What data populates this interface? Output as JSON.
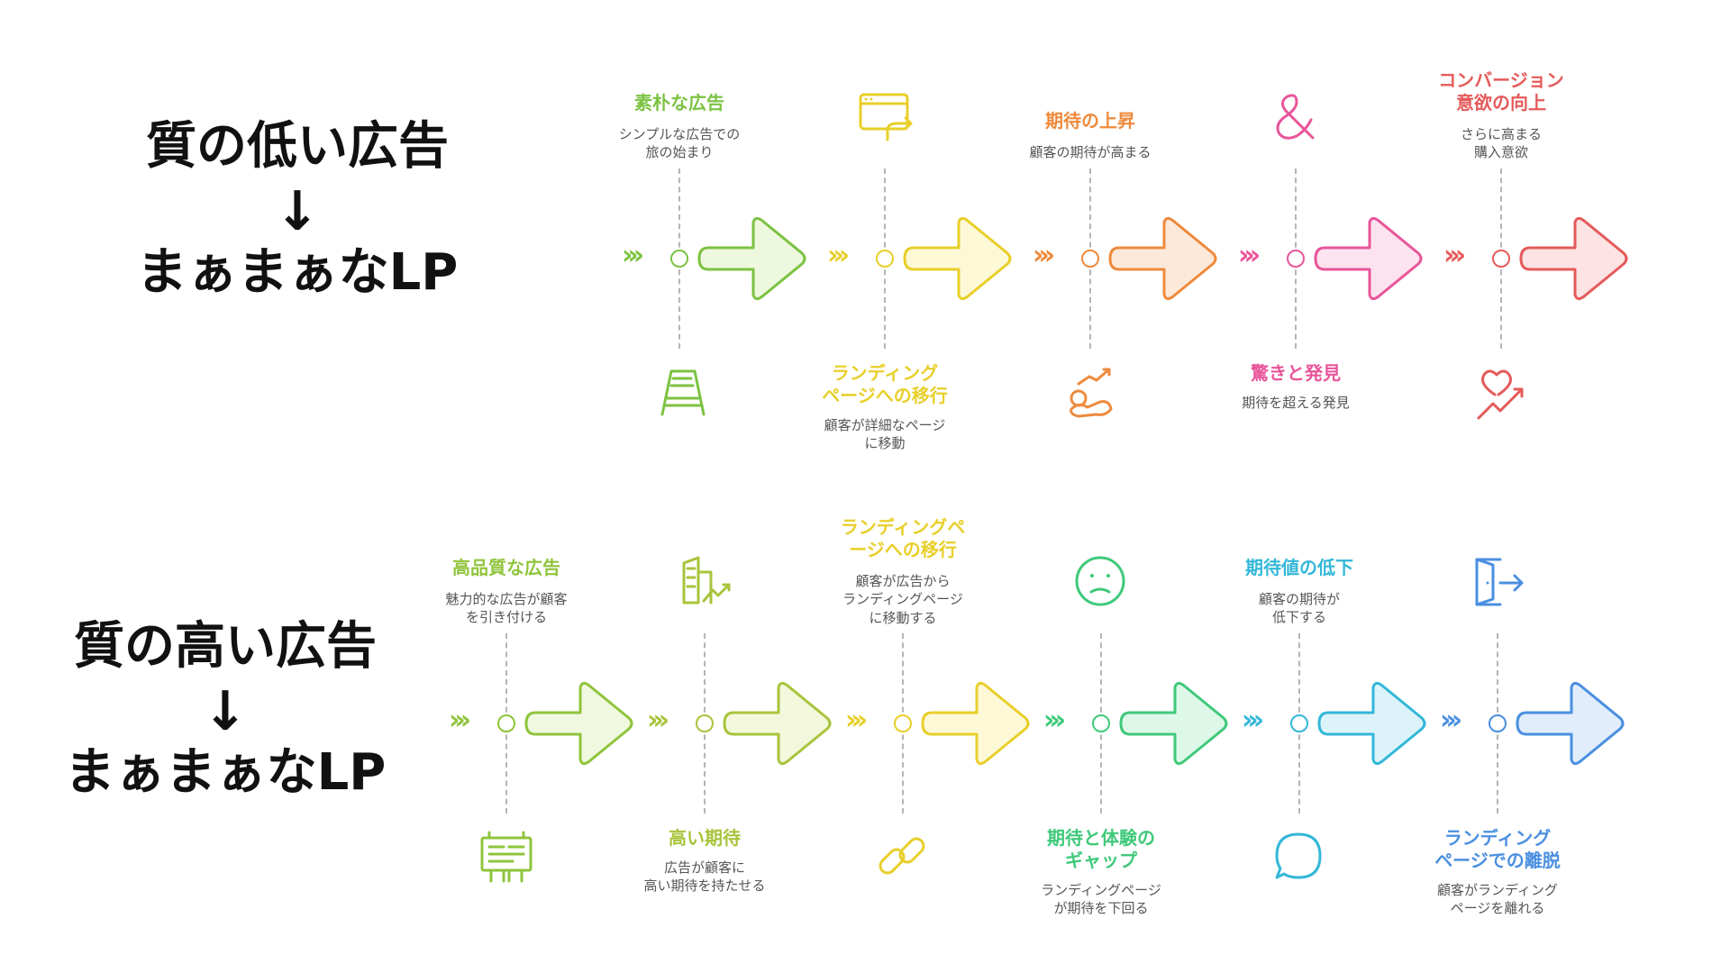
{
  "left_labels": [
    {
      "line1": "質の低い広告",
      "arrow": "↓",
      "line2": "まぁまぁなLP"
    },
    {
      "line1": "質の高い広告",
      "arrow": "↓",
      "line2": "まぁまぁなLP"
    }
  ],
  "rows": [
    {
      "steps": [
        {
          "title": "素朴な広告",
          "desc": "シンプルな広告での\n旅の始まり",
          "text_pos": "top",
          "icon": "sign-board-icon",
          "color": "#7cc242",
          "fill": "#eef8df"
        },
        {
          "title": "ランディング\nページへの移行",
          "desc": "顧客が詳細なページ\nに移動",
          "text_pos": "bottom",
          "icon": "browser-window-icon",
          "color": "#e8cf2a",
          "fill": "#fdf8d6"
        },
        {
          "title": "期待の上昇",
          "desc": "顧客の期待が高まる",
          "text_pos": "top",
          "icon": "rising-chart-icon",
          "color": "#ee8a3c",
          "fill": "#fde9da"
        },
        {
          "title": "驚きと発見",
          "desc": "期待を超える発見",
          "text_pos": "bottom",
          "icon": "ampersand-icon",
          "color": "#e8559a",
          "fill": "#fde3ef"
        },
        {
          "title": "コンバージョン\n意欲の向上",
          "desc": "さらに高まる\n購入意欲",
          "text_pos": "top",
          "icon": "heart-trend-icon",
          "color": "#e55a5a",
          "fill": "#fde3e3"
        }
      ]
    },
    {
      "steps": [
        {
          "title": "高品質な広告",
          "desc": "魅力的な広告が顧客\nを引き付ける",
          "text_pos": "top",
          "icon": "billboard-icon",
          "color": "#8fc43c",
          "fill": "#f0f8df"
        },
        {
          "title": "高い期待",
          "desc": "広告が顧客に\n高い期待を持たせる",
          "text_pos": "bottom",
          "icon": "building-growth-icon",
          "color": "#a8c43c",
          "fill": "#f3f8dc"
        },
        {
          "title": "ランディングペ\nージへの移行",
          "desc": "顧客が広告から\nランディングページ\nに移動する",
          "text_pos": "top",
          "icon": "link-icon",
          "color": "#e8cf2a",
          "fill": "#fdf8d6"
        },
        {
          "title": "期待と体験の\nギャップ",
          "desc": "ランディングページ\nが期待を下回る",
          "text_pos": "bottom",
          "icon": "sad-face-icon",
          "color": "#3fc97a",
          "fill": "#ddf7e9"
        },
        {
          "title": "期待値の低下",
          "desc": "顧客の期待が\n低下する",
          "text_pos": "top",
          "icon": "speech-bubble-icon",
          "color": "#33b7d8",
          "fill": "#dcf3fa"
        },
        {
          "title": "ランディング\nページでの離脱",
          "desc": "顧客がランディング\nページを離れる",
          "text_pos": "bottom",
          "icon": "exit-door-icon",
          "color": "#4a8fe0",
          "fill": "#e1edfb"
        }
      ]
    }
  ]
}
